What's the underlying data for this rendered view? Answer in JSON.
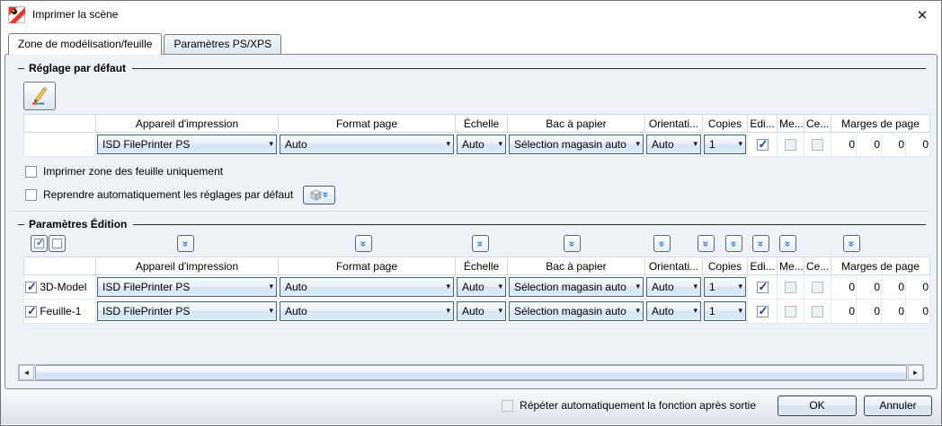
{
  "window": {
    "title": "Imprimer la scène",
    "close_glyph": "✕"
  },
  "tabs": {
    "tab1": "Zone de modélisation/feuille",
    "tab2": "Paramètres PS/XPS"
  },
  "columns": {
    "device": "Appareil d'impression",
    "format": "Format page",
    "scale": "Échelle",
    "tray": "Bac à papier",
    "orientation": "Orientati...",
    "copies": "Copies",
    "edit": "Edi...",
    "me": "Me...",
    "ce": "Ce...",
    "margins": "Marges de page"
  },
  "default_group": {
    "title": "Réglage par défaut",
    "row": {
      "device": "ISD FilePrinter PS",
      "format": "Auto",
      "scale": "Auto",
      "tray": "Sélection magasin auto",
      "orientation": "Auto",
      "copies": "1",
      "margins": [
        "0",
        "0",
        "0",
        "0"
      ]
    },
    "print_zone_label": "Imprimer zone des feuille uniquement",
    "resume_label": "Reprendre automatiquement les réglages par défaut"
  },
  "edition_group": {
    "title": "Paramètres Édition",
    "rows": [
      {
        "name": "3D-Model",
        "device": "ISD FilePrinter PS",
        "format": "Auto",
        "scale": "Auto",
        "tray": "Sélection magasin auto",
        "orientation": "Auto",
        "copies": "1",
        "margins": [
          "0",
          "0",
          "0",
          "0"
        ]
      },
      {
        "name": "Feuille-1",
        "device": "ISD FilePrinter PS",
        "format": "Auto",
        "scale": "Auto",
        "tray": "Sélection magasin auto",
        "orientation": "Auto",
        "copies": "1",
        "margins": [
          "0",
          "0",
          "0",
          "0"
        ]
      }
    ]
  },
  "footer": {
    "repeat_label": "Répéter automatiquement la fonction après sortie",
    "ok_label": "OK",
    "cancel_label": "Annuler"
  },
  "icons": {
    "dropdown_arrow": "▾",
    "chevron_double": "»",
    "scroll_left": "◄",
    "scroll_right": "►"
  },
  "colors": {
    "combo_border": "#46607b",
    "check_blue": "#1c3ca0",
    "chevron_blue": "#2f7fd0"
  }
}
